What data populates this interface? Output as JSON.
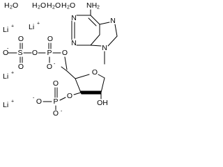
{
  "water": {
    "w1": {
      "symbol": "H",
      "sub": "2",
      "tail": "O"
    },
    "w2": {
      "symbol": "H",
      "sub": "2",
      "tail": "O"
    },
    "w3": {
      "symbol": "H",
      "sub": "2",
      "tail": "O"
    },
    "w4": {
      "symbol": "H",
      "sub": "2",
      "tail": "O"
    }
  },
  "counterions": {
    "li1": {
      "symbol": "Li",
      "charge": "+"
    },
    "li2": {
      "symbol": "Li",
      "charge": "+"
    },
    "li3": {
      "symbol": "Li",
      "charge": "+"
    },
    "li4": {
      "symbol": "Li",
      "charge": "+"
    }
  },
  "adenine": {
    "amino": "NH",
    "amino_sub": "2",
    "n1": "N",
    "n3": "N",
    "n7": "N",
    "n9": "N"
  },
  "sugar": {
    "ring_o": "O",
    "oh_label": "OH"
  },
  "sulfate_group": {
    "o_minus": "O",
    "o_minus_charge": "-",
    "s": "S",
    "o_top": "O",
    "o_bottom": "O",
    "bridge_o": "O"
  },
  "phosphate_5": {
    "p": "P",
    "o_top": "O",
    "o_bottom": "O",
    "o_bottom_charge": "-",
    "ester_o": "O"
  },
  "phosphate_3": {
    "ester_o": "O",
    "p": "P",
    "o_top": "O",
    "o_left": "O",
    "o_left_charge": "-",
    "o_bottom": "O",
    "o_bottom_charge": "-"
  }
}
